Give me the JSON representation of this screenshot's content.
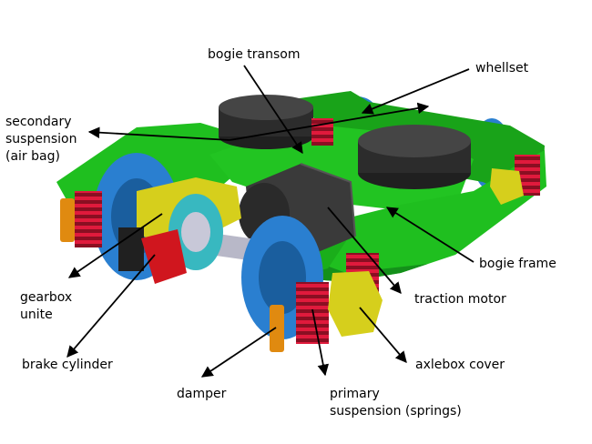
{
  "labels": {
    "bogie_transom": "bogie transom",
    "wheelset": "whellset",
    "secondary_suspension": [
      "secondary",
      "suspension",
      "(air bag)"
    ],
    "bogie_frame": "bogie frame",
    "traction_motor": "traction motor",
    "gearbox": [
      "gearbox",
      "unite"
    ],
    "brake_cylinder": "brake cylinder",
    "axlebox_cover": "axlebox cover",
    "damper": "damper",
    "primary_suspension": [
      "primary",
      "suspension (springs)"
    ]
  },
  "colors": {
    "frame": "#1fbf1f",
    "wheel": "#2a7fd0",
    "springs": "#e01a3c",
    "gearbox": "#d6cf1c",
    "brake": "#d0161e",
    "motor": "#3a3a3a",
    "airbag": "#2c2c2c",
    "damper": "#e08a10",
    "axle": "#b8b8c8",
    "disc": "#38b8c0",
    "arrow": "#000000"
  }
}
